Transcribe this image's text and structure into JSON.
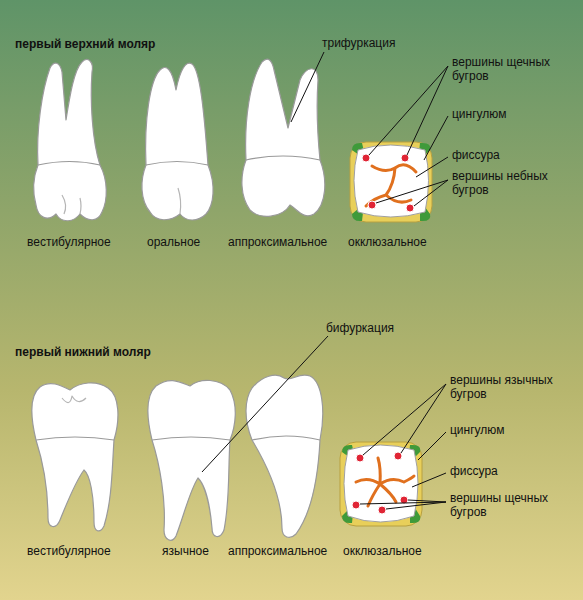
{
  "diagram": {
    "labels": [
      "первый верхний моляр",
      "трифуркация",
      "вершины щечных бугров",
      "цингулюм",
      "фиссура",
      "вершины небных бугров",
      "вестибулярное",
      "оральное",
      "аппроксимальное",
      "окклюзальное",
      "бифуркация",
      "первый нижний моляр",
      "вершины язычных бугров",
      "цингулюм",
      "фиссура",
      "вершины щечных бугров",
      "вестибулярное",
      "язычное",
      "аппроксимальное",
      "окклюзальное"
    ]
  }
}
